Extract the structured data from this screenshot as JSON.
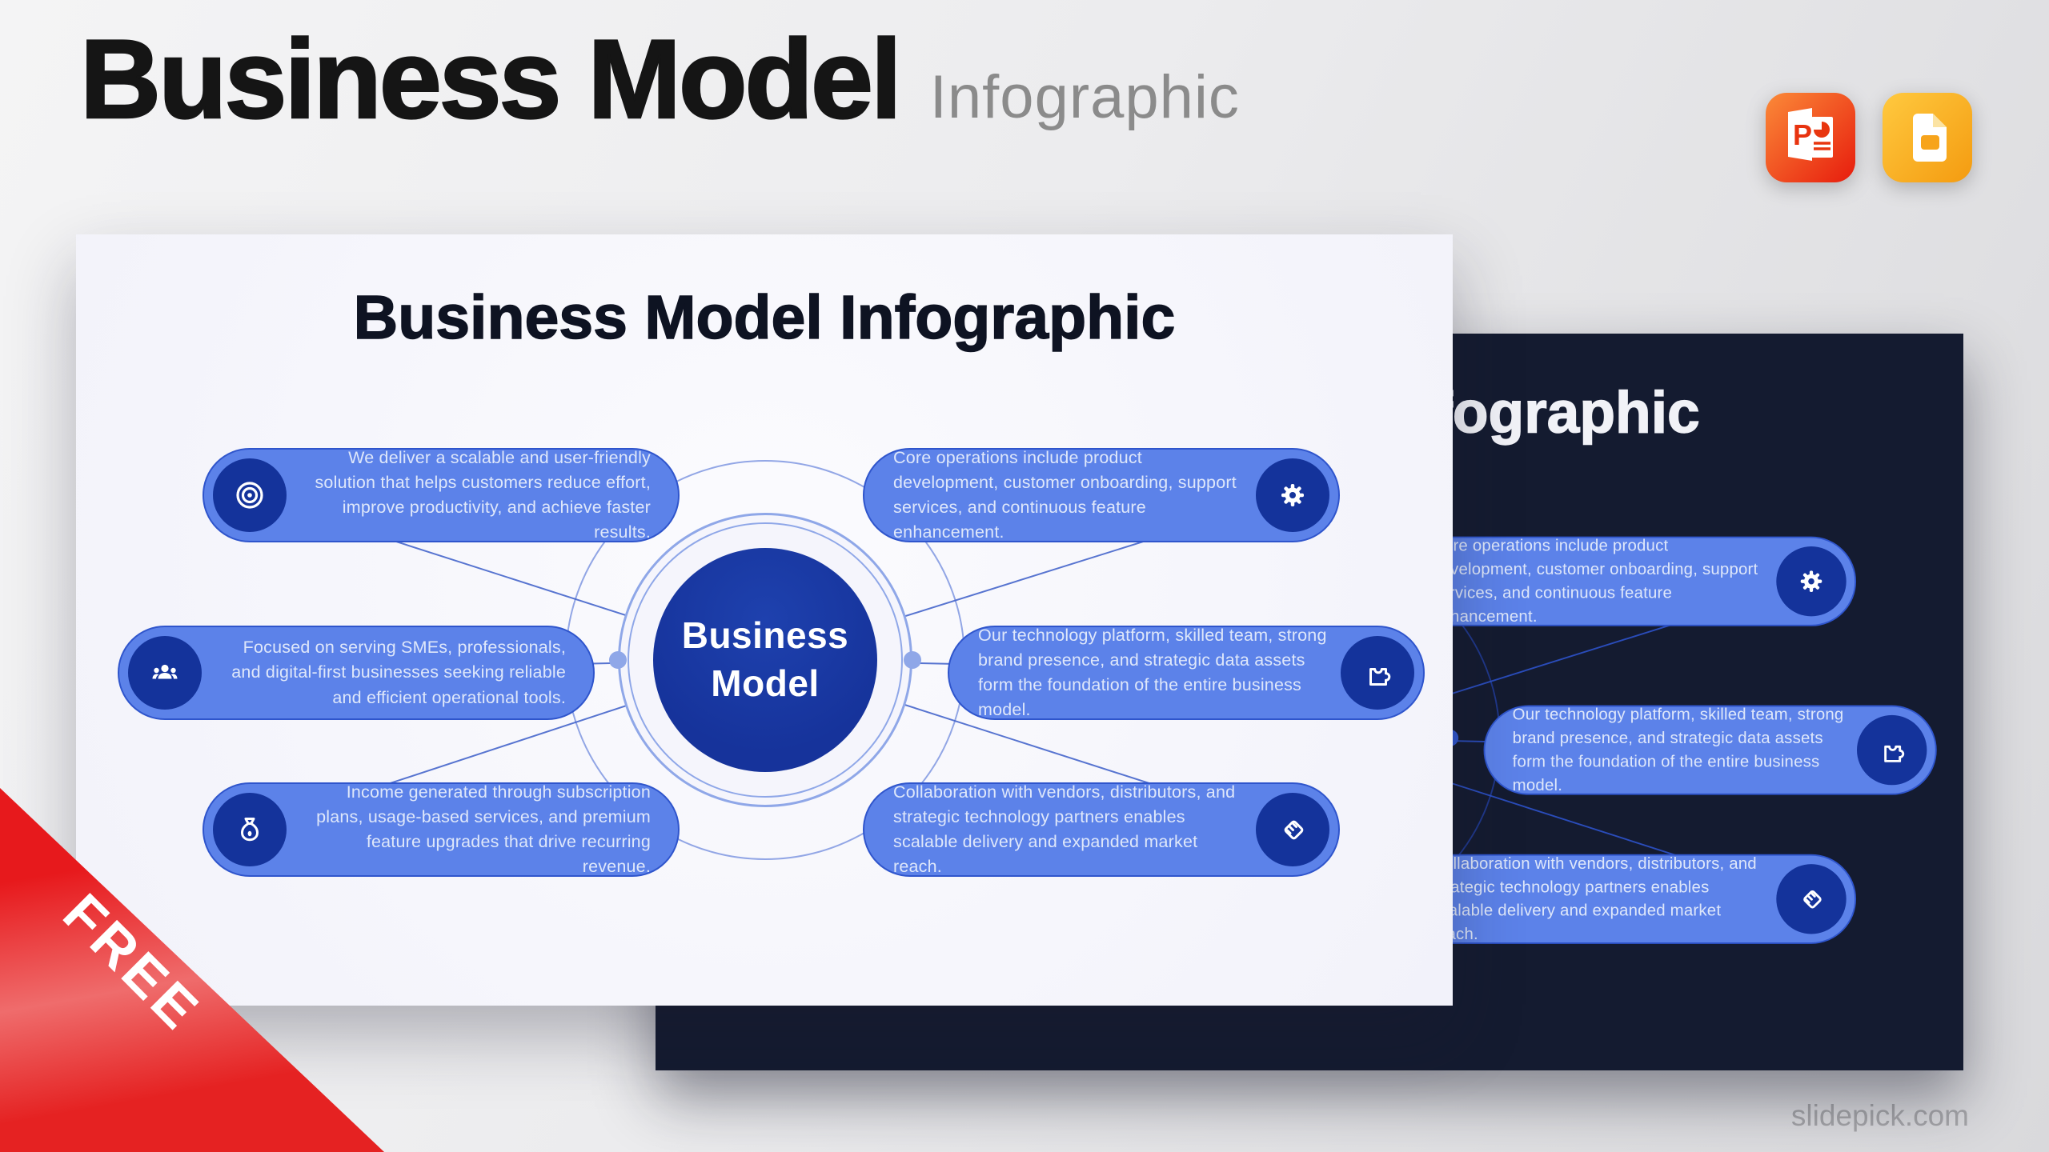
{
  "header": {
    "title": "Business Model",
    "subtitle": "Infographic"
  },
  "app_icons": {
    "powerpoint_letter": "P"
  },
  "slide": {
    "title": "Business Model Infographic",
    "center": {
      "line1": "Business",
      "line2": "Model"
    },
    "pills": [
      {
        "icon": "target-icon",
        "text": "We deliver a scalable and user-friendly solution that helps customers reduce effort, improve productivity, and achieve faster results."
      },
      {
        "icon": "team-icon",
        "text": "Focused on serving SMEs, professionals, and digital-first businesses seeking reliable and efficient operational tools."
      },
      {
        "icon": "money-bag-icon",
        "text": "Income generated through subscription plans, usage-based services, and premium feature upgrades that drive recurring revenue."
      },
      {
        "icon": "gear-icon",
        "text": "Core operations include product development, customer onboarding, support services, and continuous feature enhancement."
      },
      {
        "icon": "puzzle-icon",
        "text": "Our technology platform, skilled team, strong brand presence, and strategic data assets form the foundation of the entire business model."
      },
      {
        "icon": "handshake-icon",
        "text": "Collaboration with vendors, distributors, and strategic technology partners enables scalable delivery and expanded market reach."
      }
    ]
  },
  "ribbon": {
    "label": "FREE"
  },
  "footer": {
    "watermark": "slidepick.com"
  },
  "colors": {
    "pill_bg": "#5C82E9",
    "pill_border": "#2F55CC",
    "icon_circle": "#14339B",
    "center_circle": "#17379E",
    "ring_light": "#8FA7E8",
    "ring_dark": "#2E55CE",
    "light_slide_bg": "#F5F5FC",
    "dark_slide_bg": "#141B30",
    "ribbon_red": "#E7191C",
    "powerpoint_orange": "#E8330F",
    "google_slides_yellow": "#F7A41B"
  }
}
